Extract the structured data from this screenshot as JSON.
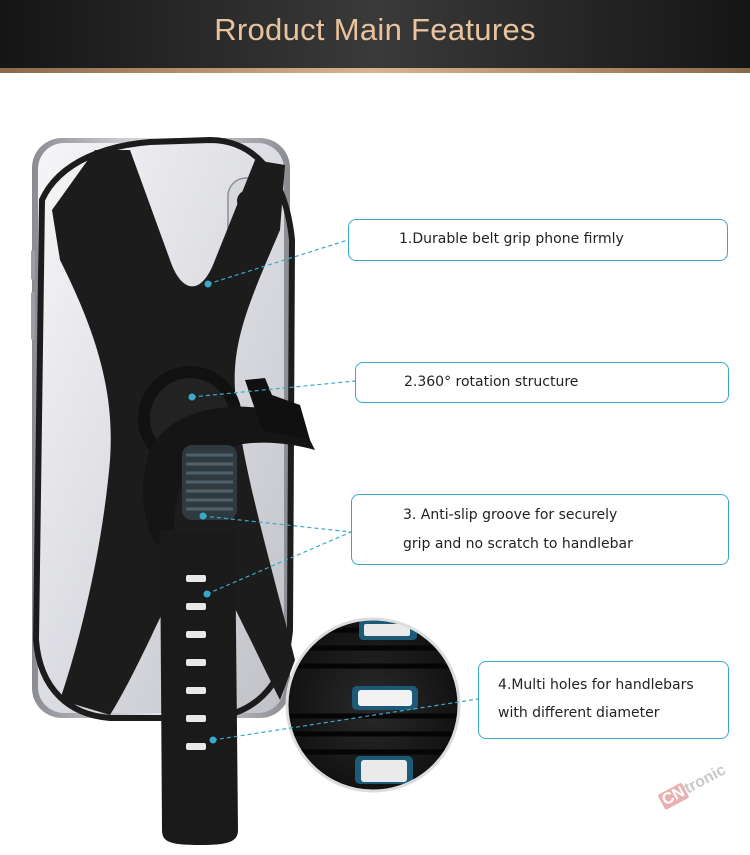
{
  "header": {
    "title": "Rroduct Main Features"
  },
  "features": [
    {
      "lines": [
        "1.Durable belt grip phone firmly"
      ]
    },
    {
      "lines": [
        "2.360° rotation structure"
      ]
    },
    {
      "lines": [
        "3. Anti-slip groove for securely",
        "grip and no scratch to handlebar"
      ]
    },
    {
      "lines": [
        "4.Multi holes for handlebars",
        "with different diameter"
      ]
    }
  ],
  "watermark": {
    "badge": "CN",
    "text": "tronic"
  },
  "colors": {
    "accent": "#3aa9c9",
    "title": "#e9c29e",
    "header_bg": "#1e1e1e",
    "gold_line": "#d9b48e",
    "silicone": "#1c1c1c"
  }
}
